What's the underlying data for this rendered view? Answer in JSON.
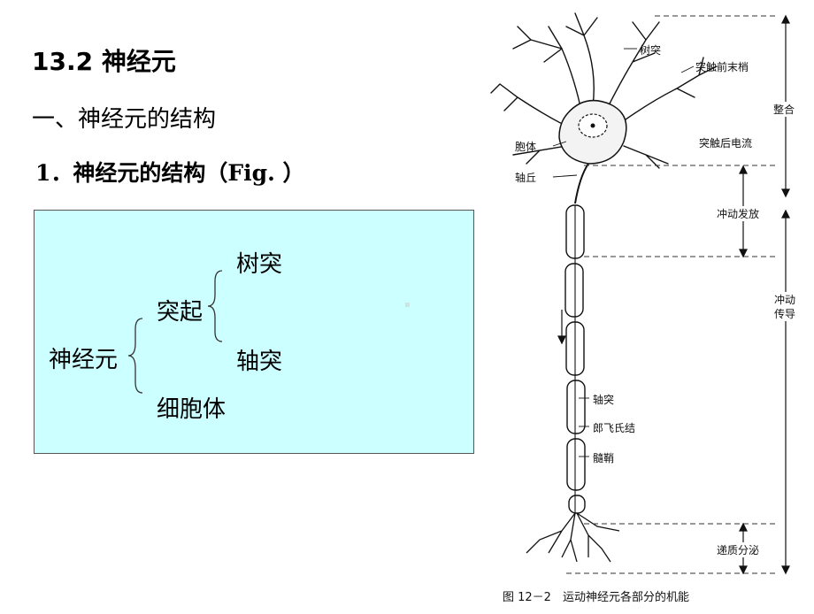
{
  "slide": {
    "title": "13.2 神经元",
    "subtitle": "一、神经元的结构",
    "item": "1．神经元的结构（Fig. ）"
  },
  "tree": {
    "root": "神经元",
    "branch_process": "突起",
    "leaf_dendrite": "树突",
    "leaf_axon": "轴突",
    "branch_cell_body": "细胞体"
  },
  "figure": {
    "labels": {
      "dendrite": "树突",
      "presynaptic_terminal": "突触前末梢",
      "cell_body": "胞体",
      "postsynaptic_current": "突触后电流",
      "axon_hillock": "轴丘",
      "axon": "轴突",
      "node_of_ranvier": "郎飞氏结",
      "myelin_sheath": "髓鞘"
    },
    "functions": {
      "integration": "整合",
      "impulse_firing": "冲动发放",
      "conduction_line1": "冲动",
      "conduction_line2": "传导",
      "transmitter_release": "递质分泌"
    },
    "caption": "图 12－2　运动神经元各部分的机能"
  }
}
